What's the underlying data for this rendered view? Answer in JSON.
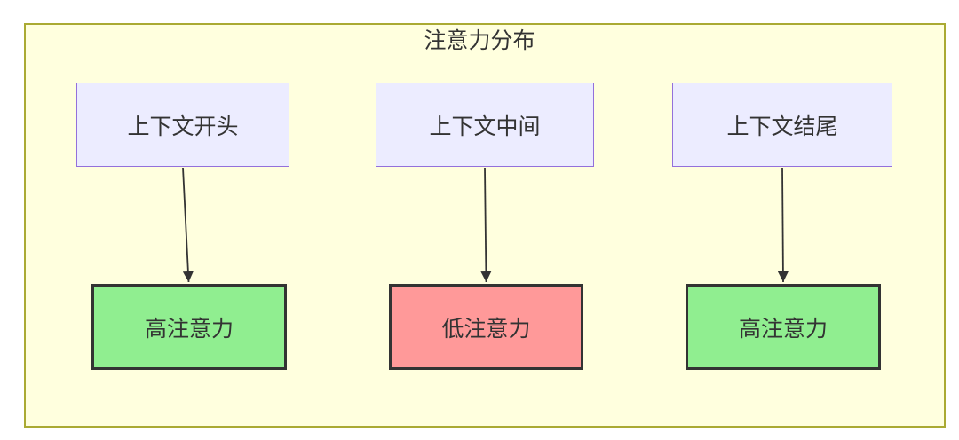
{
  "diagram": {
    "title": "注意力分布",
    "colors": {
      "container_bg": "#ffffde",
      "container_border": "#aaaa33",
      "source_bg": "#ececff",
      "source_border": "#9370db",
      "high_bg": "#90ee90",
      "low_bg": "#ff9999",
      "result_border": "#333333",
      "text": "#333333",
      "edge": "#333333"
    },
    "nodes": {
      "sources": [
        {
          "label": "上下文开头"
        },
        {
          "label": "上下文中间"
        },
        {
          "label": "上下文结尾"
        }
      ],
      "results": [
        {
          "label": "高注意力",
          "level": "high"
        },
        {
          "label": "低注意力",
          "level": "low"
        },
        {
          "label": "高注意力",
          "level": "high"
        }
      ]
    },
    "edges": [
      {
        "from": "上下文开头",
        "to": "高注意力"
      },
      {
        "from": "上下文中间",
        "to": "低注意力"
      },
      {
        "from": "上下文结尾",
        "to": "高注意力"
      }
    ]
  }
}
